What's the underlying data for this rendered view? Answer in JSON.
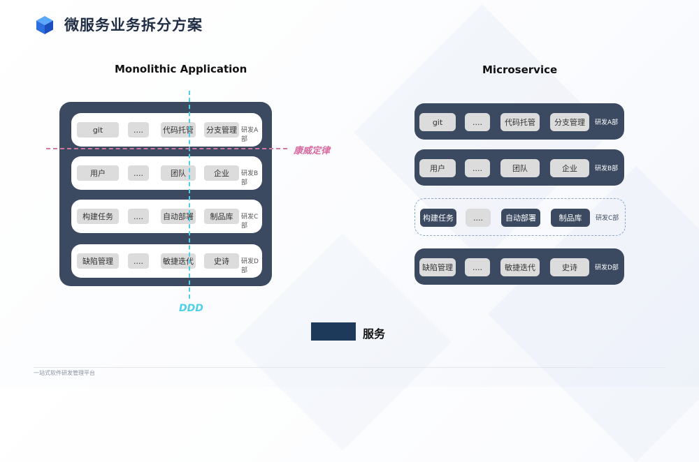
{
  "title": "微服务业务拆分方案",
  "left": {
    "heading": "Monolithic Application",
    "rows": [
      {
        "items": [
          "git",
          "....",
          "代码托管",
          "分支管理"
        ],
        "dept": "研发A部"
      },
      {
        "items": [
          "用户",
          "....",
          "团队",
          "企业"
        ],
        "dept": "研发B部"
      },
      {
        "items": [
          "构建任务",
          "....",
          "自动部署",
          "制品库"
        ],
        "dept": "研发C部"
      },
      {
        "items": [
          "缺陷管理",
          "....",
          "敏捷迭代",
          "史诗"
        ],
        "dept": "研发D部"
      }
    ],
    "conway_label": "康威定律",
    "ddd_label": "DDD"
  },
  "right": {
    "heading": "Microservice",
    "rows": [
      {
        "items": [
          "git",
          "....",
          "代码托管",
          "分支管理"
        ],
        "dept": "研发A部"
      },
      {
        "items": [
          "用户",
          "....",
          "团队",
          "企业"
        ],
        "dept": "研发B部"
      },
      {
        "items": [
          "构建任务",
          "....",
          "自动部署",
          "制品库"
        ],
        "dept": "研发C部"
      },
      {
        "items": [
          "缺陷管理",
          "....",
          "敏捷迭代",
          "史诗"
        ],
        "dept": "研发D部"
      }
    ]
  },
  "legend": {
    "label": "服务",
    "color": "#1e3a5a"
  },
  "footer": "一站式软件研发管理平台",
  "colors": {
    "container": "#3c4a61",
    "chip": "#dcdcdc",
    "ddd": "#4fd0e6",
    "conway": "#d86ba1"
  }
}
